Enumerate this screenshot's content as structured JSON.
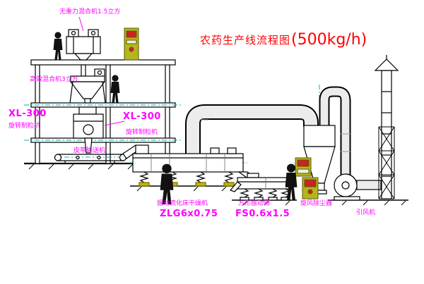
{
  "title": {
    "name": "农药生产线流程图",
    "capacity": "(500kg/h)"
  },
  "equipment_labels": {
    "top_mixer": "无重力混合机1.5立方",
    "high_eff_mixer": "高效混合机3立方",
    "granulator_left_model": "XL-300",
    "granulator_left_name": "旋转制粒机",
    "granulator_right_model": "XL-300",
    "granulator_right_name": "旋转制粒机",
    "belt_conveyor": "皮带输送机",
    "dryer_name": "振动流化床干燥机",
    "dryer_model": "ZLG6x0.75",
    "screen_name": "方形振动筛",
    "screen_model": "FS0.6x1.5",
    "cyclone": "旋风除尘器",
    "fan": "引风机"
  },
  "colors": {
    "label": "#ff00ff",
    "title": "#ff0000",
    "line": "#000000",
    "centerline": "#00b0b0",
    "cabinet": "#b5b520",
    "cabinet_red": "#cc2222",
    "duct_fill": "#ececec",
    "base_yellow": "#c8b400"
  }
}
